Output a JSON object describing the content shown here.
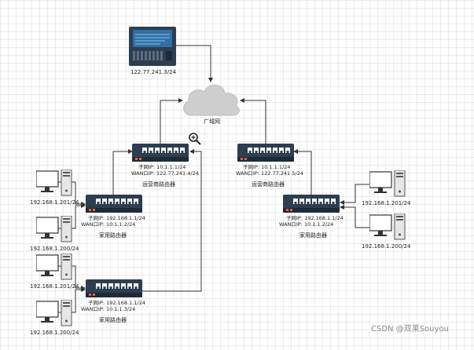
{
  "server": {
    "label": "122.77.241.3/24"
  },
  "cloud": {
    "label": "广域网"
  },
  "routers": [
    {
      "id": "router-operator-left",
      "sub_ip": "子网IP:  10.1.1.1/24",
      "wan_ip": "WAN口IP:  122.77.241.4/24",
      "name": "运营商路由器"
    },
    {
      "id": "router-operator-right",
      "sub_ip": "子网IP:  10.1.1.1/24",
      "wan_ip": "WAN口IP:  122.77.241.5/24",
      "name": "运营商路由器"
    },
    {
      "id": "router-home-left-top",
      "sub_ip": "子网IP:  192.168.1.1/24",
      "wan_ip": "WAN口IP:  10.1.1.2/24",
      "name": "家用路由器"
    },
    {
      "id": "router-home-left-bottom",
      "sub_ip": "子网IP:  192.168.1.1/24",
      "wan_ip": "WAN口IP:  10.1.1.3/24",
      "name": "家用路由器"
    },
    {
      "id": "router-home-right",
      "sub_ip": "子网IP:  192.168.1.1/24",
      "wan_ip": "WAN口IP:  10.1.1.2/24",
      "name": "家用路由器"
    }
  ],
  "pcs": [
    {
      "id": "pc-lt-1",
      "ip": "192.168.1.201/24"
    },
    {
      "id": "pc-lt-2",
      "ip": "192.168.1.200/24"
    },
    {
      "id": "pc-lb-1",
      "ip": "192.168.1.201/24"
    },
    {
      "id": "pc-lb-2",
      "ip": "192.168.1.200/24"
    },
    {
      "id": "pc-r-1",
      "ip": "192.168.1.201/24"
    },
    {
      "id": "pc-r-2",
      "ip": "192.168.1.200/24"
    }
  ],
  "colors": {
    "device_body": "#2c3e50",
    "device_dark": "#1d2b38",
    "port": "#ffffff",
    "led": "#e8603c",
    "server_screen": "#2d6fa6",
    "cloud": "#cfcfcf",
    "wire": "#333333"
  },
  "watermark": "CSDN @双莱Souyou"
}
